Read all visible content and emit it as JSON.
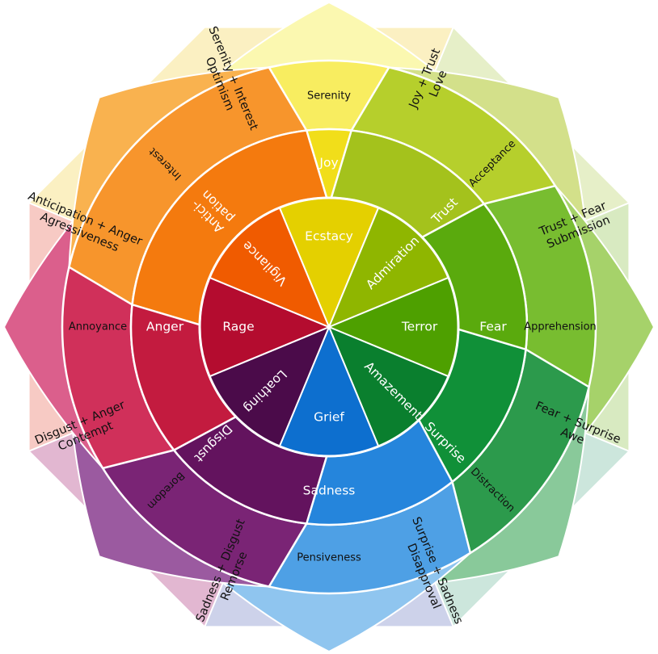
{
  "petals": [
    {
      "key": "joy",
      "inner": "Ecstacy",
      "middle": "Joy",
      "outer": "Serenity",
      "colors": {
        "inner": "#e4d000",
        "middle": "#f1de1a",
        "outer": "#f8ed60",
        "edge": "#fbf8b0"
      }
    },
    {
      "key": "trust",
      "inner": "Admiration",
      "middle": "Trust",
      "outer": "Acceptance",
      "colors": {
        "inner": "#8fb600",
        "middle": "#a4c21c",
        "outer": "#b6cf2c",
        "edge": "#d3e08a"
      }
    },
    {
      "key": "fear",
      "inner": "Terror",
      "middle": "Fear",
      "outer": "Apprehension",
      "colors": {
        "inner": "#4ea000",
        "middle": "#5aaa0d",
        "outer": "#78bd30",
        "edge": "#a6d26a"
      }
    },
    {
      "key": "surprise",
      "inner": "Amazement",
      "middle": "Surprise",
      "outer": "Distraction",
      "colors": {
        "inner": "#0a7f2e",
        "middle": "#109038",
        "outer": "#2c9a4c",
        "edge": "#89c99a"
      }
    },
    {
      "key": "sadness",
      "inner": "Grief",
      "middle": "Sadness",
      "outer": "Pensiveness",
      "colors": {
        "inner": "#0d6fcf",
        "middle": "#2585dc",
        "outer": "#4ea0e5",
        "edge": "#8fc5ef"
      }
    },
    {
      "key": "disgust",
      "inner": "Loathing",
      "middle": "Disgust",
      "outer": "Boredom",
      "colors": {
        "inner": "#4b0b4a",
        "middle": "#63135e",
        "outer": "#7a2475",
        "edge": "#9b5aa0"
      }
    },
    {
      "key": "anger",
      "inner": "Rage",
      "middle": "Anger",
      "outer": "Annoyance",
      "colors": {
        "inner": "#b40c2f",
        "middle": "#c31b3f",
        "outer": "#d0305a",
        "edge": "#db5f8c"
      }
    },
    {
      "key": "anticipation",
      "inner": "Vigilance",
      "middle": "Antici- pation",
      "outer": "Interest",
      "colors": {
        "inner": "#f05b00",
        "middle": "#f47a0e",
        "outer": "#f7952c",
        "edge": "#f9b24f"
      }
    }
  ],
  "dyads": [
    {
      "line1": "Joy + Trust",
      "line2": "Love",
      "color": "#fbf9cf"
    },
    {
      "line1": "Trust + Fear",
      "line2": "Submission",
      "color": "#e6efc8"
    },
    {
      "line1": "Fear + Surprise",
      "line2": "Awe",
      "color": "#d8eac1"
    },
    {
      "line1": "Surprise + Sadness",
      "line2": "Disapproval",
      "color": "#cce6dc"
    },
    {
      "line1": "Sadness + Disgust",
      "line2": "Remorse",
      "color": "#cdd2ea"
    },
    {
      "line1": "Disgust + Anger",
      "line2": "Contempt",
      "color": "#e2b7d1"
    },
    {
      "line1": "Anticipation + Anger",
      "line2": "Agressiveness",
      "color": "#f7cac4"
    },
    {
      "line1": "Serenity + Interest",
      "line2": "Optimism",
      "color": "#fbf0c2"
    }
  ]
}
